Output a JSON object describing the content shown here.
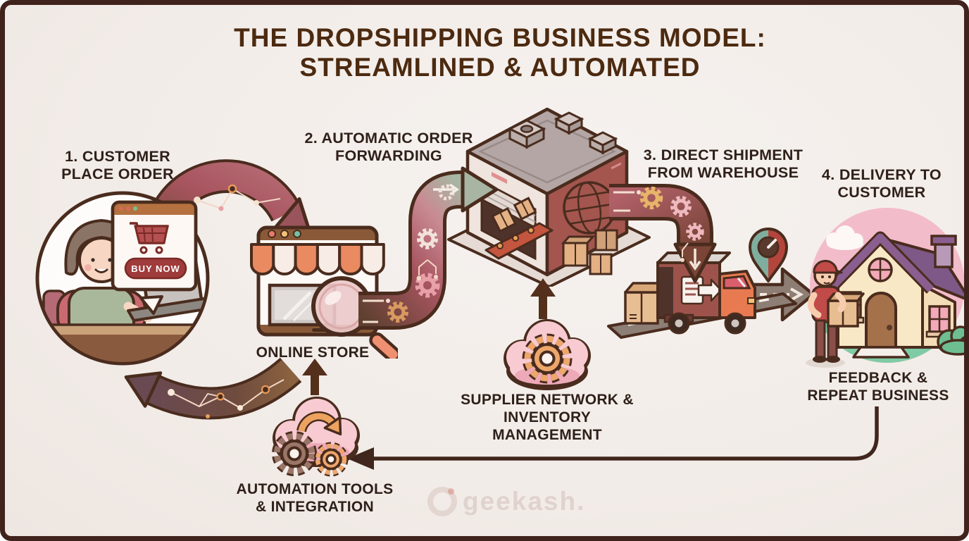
{
  "title": {
    "line1": "THE DROPSHIPPING BUSINESS MODEL:",
    "line2": "STREAMLINED & AUTOMATED"
  },
  "steps": {
    "step1": "1. CUSTOMER\nPLACE ORDER",
    "step2": "2. AUTOMATIC ORDER\nFORWARDING",
    "step3": "3. DIRECT SHIPMENT\nFROM WAREHOUSE",
    "step4": "4. DELIVERY TO\nCUSTOMER"
  },
  "labels": {
    "online_store": "ONLINE STORE",
    "supplier": "SUPPLIER NETWORK &\nINVENTORY MANAGEMENT",
    "feedback": "FEEDBACK &\nREPEAT BUSINESS",
    "automation": "AUTOMATION TOOLS\n& INTEGRATION"
  },
  "buy_now_button": "BUY NOW",
  "watermark": "geekash.",
  "colors": {
    "frame": "#40231d",
    "background": "#f2ece8",
    "title_text": "#4c2a10",
    "label_text": "#30201a",
    "outline": "#4a2c1e",
    "arrow_maroon": "#9a545c",
    "arrow_brown": "#6a4535",
    "arrow_sage": "#a8b5a2",
    "buy_now_bg": "#a03b3b",
    "cloud_pink": "#f8cbd2",
    "gear_orange": "#eda76b",
    "gear_brown": "#9a7668",
    "awning_orange": "#ea8a60",
    "warehouse_wall": "#a3554e",
    "truck_cab": "#e87a52",
    "house_roof": "#7e5886",
    "house_wall": "#f8e8c6",
    "window_pink": "#f2a9b8",
    "grass_green": "#7fcba5",
    "pin_teal": "#7fae9e",
    "pin_red": "#b4453c",
    "road_gray": "#8d7e76"
  }
}
